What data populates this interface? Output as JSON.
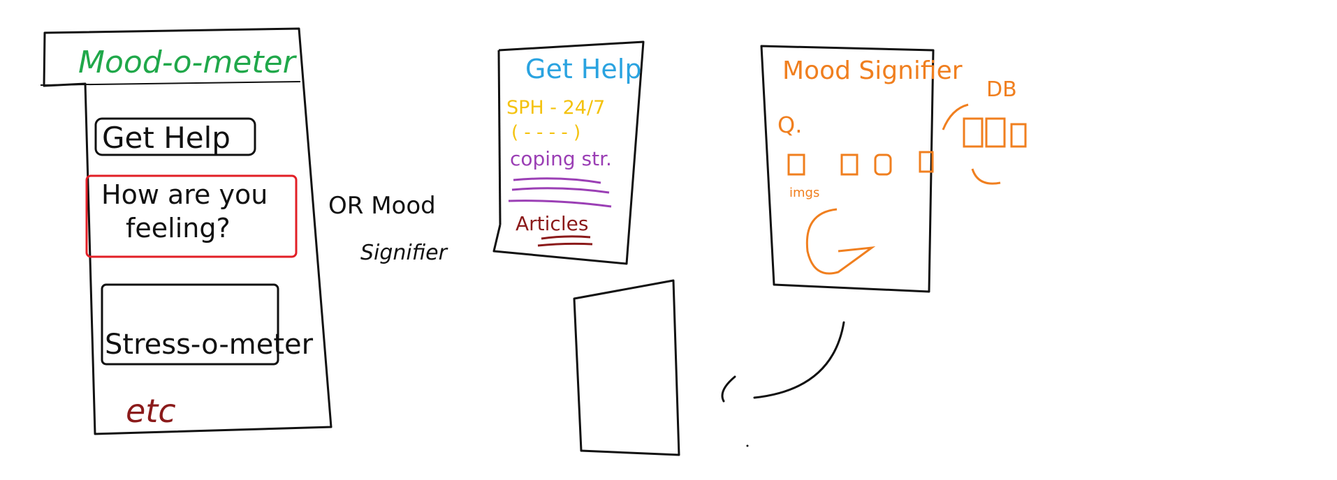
{
  "colors": {
    "ink": "#111111",
    "green": "#20a84a",
    "red": "#e21f26",
    "blue": "#2aa3e0",
    "yellow": "#f4c20d",
    "purple": "#9b3fb5",
    "maroon": "#8b1a1a",
    "orange": "#f07f1f"
  },
  "screen_main": {
    "title": "Mood-o-meter",
    "get_help": "Get Help",
    "feeling_line1": "How are you",
    "feeling_line2": "feeling?",
    "stress": "Stress-o-meter",
    "footer": "etc"
  },
  "side_note": {
    "line1": "OR Mood",
    "line2": "Signifier"
  },
  "screen_help": {
    "title": "Get Help",
    "hotline": "SPH - 24/7",
    "hotline_sub": "( - - - - )",
    "coping": "coping str.",
    "articles": "Articles"
  },
  "screen_mood": {
    "title": "Mood Signifier",
    "question": "Q.",
    "imgs_label": "imgs",
    "db_label": "DB"
  }
}
